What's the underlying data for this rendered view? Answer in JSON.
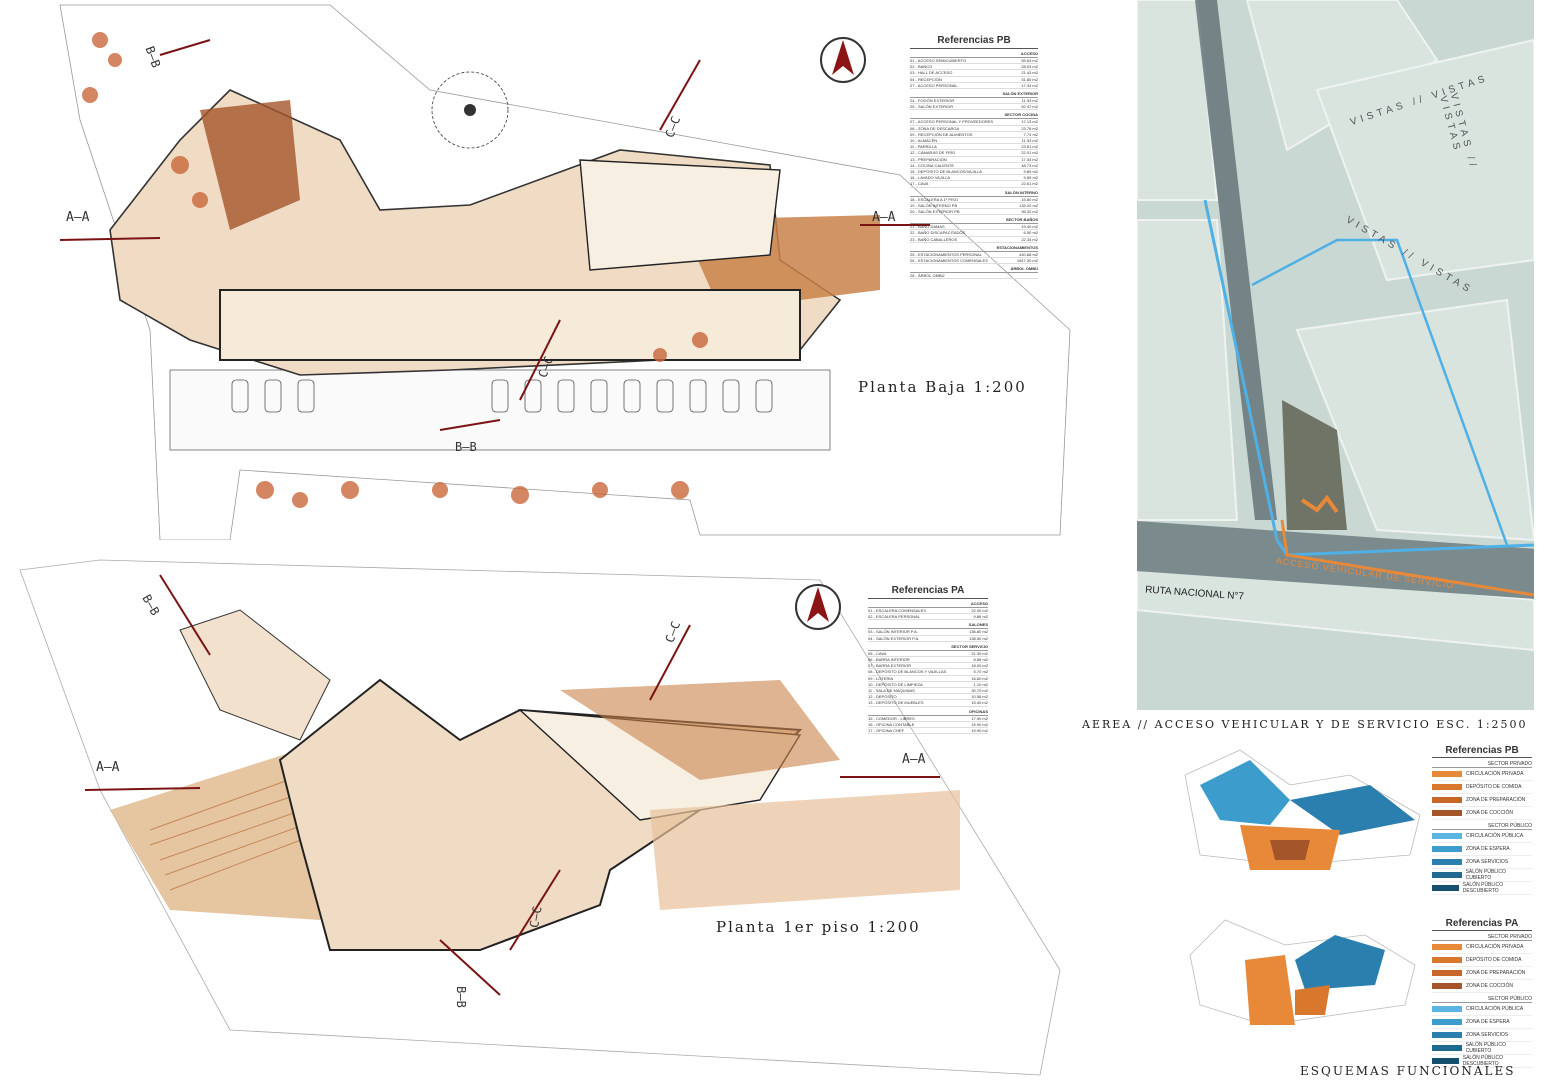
{
  "plan_pb": {
    "title": "Planta Baja 1:200",
    "section_labels": [
      "A–A",
      "A–A",
      "B–B",
      "B–B",
      "C–C",
      "C–C"
    ]
  },
  "plan_pa": {
    "title": "Planta 1er piso 1:200",
    "section_labels": [
      "A–A",
      "A–A",
      "B–B",
      "B–B",
      "C–C",
      "C–C"
    ]
  },
  "refs_pb": {
    "title": "Referencias PB",
    "sections": [
      {
        "name": "ACCESO",
        "rows": [
          {
            "label": "01 - ACCESO SEMICUBIERTO",
            "value": "55.63 m2"
          },
          {
            "label": "02 - BANCO",
            "value": "28.03 m2"
          },
          {
            "label": "03 - HALL DE ACCESO",
            "value": "21.43 m2"
          },
          {
            "label": "04 - RECEPCIÓN",
            "value": "31.80 m2"
          },
          {
            "label": "27 - ACCESO PERSONAL",
            "value": "17.34 m2"
          }
        ]
      },
      {
        "name": "SALÓN EXTERIOR",
        "rows": [
          {
            "label": "24 - FOGÓN EXTERIOR",
            "value": "11.53 m2"
          },
          {
            "label": "25 - SALÓN EXTERIOR",
            "value": "52.47 m2"
          }
        ]
      },
      {
        "name": "SECTOR COCINA",
        "rows": [
          {
            "label": "07 - ACCESO PERSONAL Y PROVEEDORES",
            "value": "17.13 m2"
          },
          {
            "label": "08 - ZONA DE DESCARGA",
            "value": "23.78 m2"
          },
          {
            "label": "09 - RECEPCIÓN DE ALIMENTOS",
            "value": "7.74 m2"
          },
          {
            "label": "10 - ALMACÉN",
            "value": "11.53 m2"
          },
          {
            "label": "11 - PARRILLA",
            "value": "23.51 m2"
          },
          {
            "label": "12 - CÁMARAS DE FRÍO",
            "value": "22.01 m2"
          },
          {
            "label": "13 - PREPARACIÓN",
            "value": "17.34 m2"
          },
          {
            "label": "14 - COCINA CALIENTE",
            "value": "48.73 m2"
          },
          {
            "label": "15 - DEPÓSITO DE BLANCOS/VAJILLA",
            "value": "9.89 m2"
          },
          {
            "label": "16 - LAVADO VAJILLA",
            "value": "9.89 m2"
          },
          {
            "label": "17 - CAVA",
            "value": "22.61 m2"
          }
        ]
      },
      {
        "name": "SALÓN INTERNO",
        "rows": [
          {
            "label": "18 - ESCALERA A 1º PISO",
            "value": "15.80 m2"
          },
          {
            "label": "19 - SALÓN INTERNO PB",
            "value": "133.20 m2"
          },
          {
            "label": "20 - SALÓN EXTERIOR PB",
            "value": "95.32 m2"
          }
        ]
      },
      {
        "name": "SECTOR BAÑOS",
        "rows": [
          {
            "label": "21 - BAÑO DAMAS",
            "value": "19.40 m2"
          },
          {
            "label": "22 - BAÑO DISCAPACITADOS",
            "value": "6.50 m2"
          },
          {
            "label": "23 - BAÑO CABALLEROS",
            "value": "22.34 m2"
          }
        ]
      },
      {
        "name": "ESTACIONAMIENTOS",
        "rows": [
          {
            "label": "25 - ESTACIONAMIENTOS PERSONAL",
            "value": "440.88 m2"
          },
          {
            "label": "26 - ESTACIONAMIENTOS COMENSALES",
            "value": "1647.30 m2"
          }
        ]
      },
      {
        "name": "ÁRBOL OMBÚ",
        "rows": [
          {
            "label": "28 - ÁRBOL OMBÚ",
            "value": ""
          }
        ]
      }
    ]
  },
  "refs_pa": {
    "title": "Referencias PA",
    "sections": [
      {
        "name": "ACCESO",
        "rows": [
          {
            "label": "01 - ESCALERA COMENSALES",
            "value": "22.00 m2"
          },
          {
            "label": "02 - ESCALERA PERSONAL",
            "value": "9.86 m2"
          }
        ]
      },
      {
        "name": "SALONES",
        "rows": [
          {
            "label": "03 - SALÓN INTERIOR P.A.",
            "value": "136.80 m2"
          },
          {
            "label": "04 - SALÓN EXTERIOR P.A.",
            "value": "138.50 m2"
          }
        ]
      },
      {
        "name": "SECTOR SERVICIO",
        "rows": [
          {
            "label": "05 - CAVA",
            "value": "21.30 m2"
          },
          {
            "label": "06 - BARRA INTERIOR",
            "value": "8.56 m2"
          },
          {
            "label": "07 - BARRA EXTERIOR",
            "value": "18.00 m2"
          },
          {
            "label": "08 - DEPÓSITO DE BLANCOS Y VAJILLAS",
            "value": "5.70 m2"
          },
          {
            "label": "09 - LOTERÍA",
            "value": "16.60 m2"
          },
          {
            "label": "10 - DEPÓSITO DE LIMPIEZA",
            "value": "1.10 m2"
          },
          {
            "label": "11 - SALA DE MÁQUINAS",
            "value": "30.70 m2"
          },
          {
            "label": "12 - DEPÓSITO",
            "value": "10.58 m2"
          },
          {
            "label": "13 - DEPÓSITO DE MUEBLES",
            "value": "15.40 m2"
          }
        ]
      },
      {
        "name": "OFICINAS",
        "rows": [
          {
            "label": "15 - COMEDOR - LIBRES",
            "value": "17.90 m2"
          },
          {
            "label": "16 - OFICINA CONTABLE",
            "value": "15.90 m2"
          },
          {
            "label": "17 - OFICINA CHEF",
            "value": "19.90 m2"
          }
        ]
      }
    ]
  },
  "aerial": {
    "caption": "AEREA // ACCESO VEHICULAR Y DE SERVICIO ESC. 1:2500",
    "views_label": "VISTAS // VISTAS",
    "road_label": "RUTA NACIONAL N°7",
    "access_label": "ACCESO VEHICULAR DE SERVICIO"
  },
  "legend_pb": {
    "title": "Referencias PB",
    "groups": [
      {
        "name": "SECTOR PRIVADO",
        "items": [
          {
            "label": "CIRCULACIÓN PRIVADA",
            "color": "#e8893a"
          },
          {
            "label": "DEPÓSITO DE COMIDA",
            "color": "#d9772c"
          },
          {
            "label": "ZONA DE PREPARACIÓN",
            "color": "#c7652a"
          },
          {
            "label": "ZONA DE COCCIÓN",
            "color": "#a4552a"
          }
        ]
      },
      {
        "name": "SECTOR PÚBLICO",
        "items": [
          {
            "label": "CIRCULACIÓN PÚBLICA",
            "color": "#5bb5e0"
          },
          {
            "label": "ZONA DE ESPERA",
            "color": "#3c9ccc"
          },
          {
            "label": "ZONA SERVICIOS",
            "color": "#2b7fae"
          },
          {
            "label": "SALÓN PÚBLICO CUBIERTO",
            "color": "#1f6890"
          },
          {
            "label": "SALÓN PÚBLICO DESCUBIERTO",
            "color": "#15506e"
          }
        ]
      }
    ]
  },
  "legend_pa": {
    "title": "Referencias PA",
    "groups": [
      {
        "name": "SECTOR PRIVADO",
        "items": [
          {
            "label": "CIRCULACIÓN PRIVADA",
            "color": "#e8893a"
          },
          {
            "label": "DEPÓSITO DE COMIDA",
            "color": "#d9772c"
          },
          {
            "label": "ZONA DE PREPARACIÓN",
            "color": "#c7652a"
          },
          {
            "label": "ZONA DE COCCIÓN",
            "color": "#a4552a"
          }
        ]
      },
      {
        "name": "SECTOR PÚBLICO",
        "items": [
          {
            "label": "CIRCULACIÓN PÚBLICA",
            "color": "#5bb5e0"
          },
          {
            "label": "ZONA DE ESPERA",
            "color": "#3c9ccc"
          },
          {
            "label": "ZONA SERVICIOS",
            "color": "#2b7fae"
          },
          {
            "label": "SALÓN PÚBLICO CUBIERTO",
            "color": "#1f6890"
          },
          {
            "label": "SALÓN PÚBLICO DESCUBIERTO",
            "color": "#15506e"
          }
        ]
      }
    ]
  },
  "schemes_caption": "ESQUEMAS FUNCIONALES",
  "colors": {
    "section_arrow": "#7a1414",
    "wood": "#c9824a",
    "paper": "#f3e6d6",
    "aerial_bg": "#c9d8d2",
    "route_blue": "#4fb0e6",
    "route_orange": "#e8893a"
  }
}
